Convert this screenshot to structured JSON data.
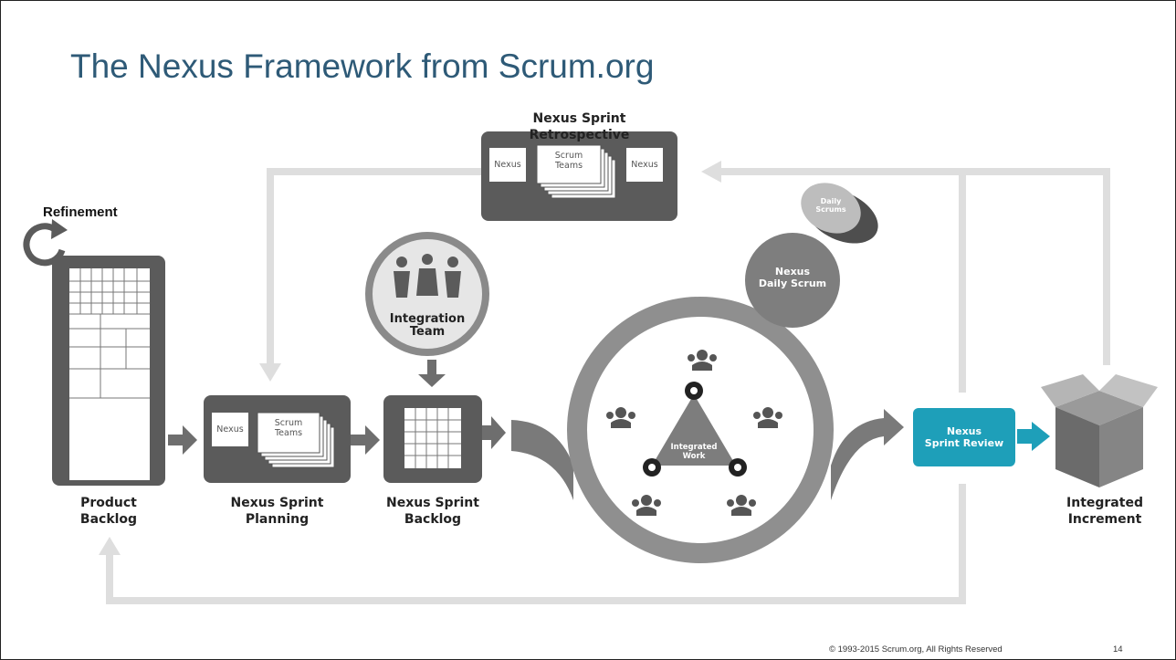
{
  "slide": {
    "title": "The Nexus Framework from Scrum.org",
    "footer": "© 1993-2015 Scrum.org, All Rights Reserved",
    "page_number": "14"
  },
  "diagram": {
    "refinement": "Refinement",
    "retrospective": {
      "title": "Nexus Sprint Retrospective",
      "left": "Nexus",
      "middle": "Scrum\nTeams",
      "right": "Nexus"
    },
    "product_backlog": "Product\nBacklog",
    "sprint_planning": {
      "label": "Nexus Sprint\nPlanning",
      "nexus": "Nexus",
      "teams": "Scrum\nTeams"
    },
    "sprint_backlog": "Nexus Sprint\nBacklog",
    "integration_team": "Integration\nTeam",
    "integrated_work": "Integrated\nWork",
    "daily_scrums": "Daily\nScrums",
    "nexus_daily_scrum": "Nexus\nDaily Scrum",
    "sprint_review": "Nexus\nSprint Review",
    "integrated_increment": "Integrated\nIncrement"
  },
  "colors": {
    "title": "#2e5a77",
    "dark_box": "#5b5b5b",
    "review": "#1e9fb9",
    "loop_line": "#dcdcdc"
  }
}
